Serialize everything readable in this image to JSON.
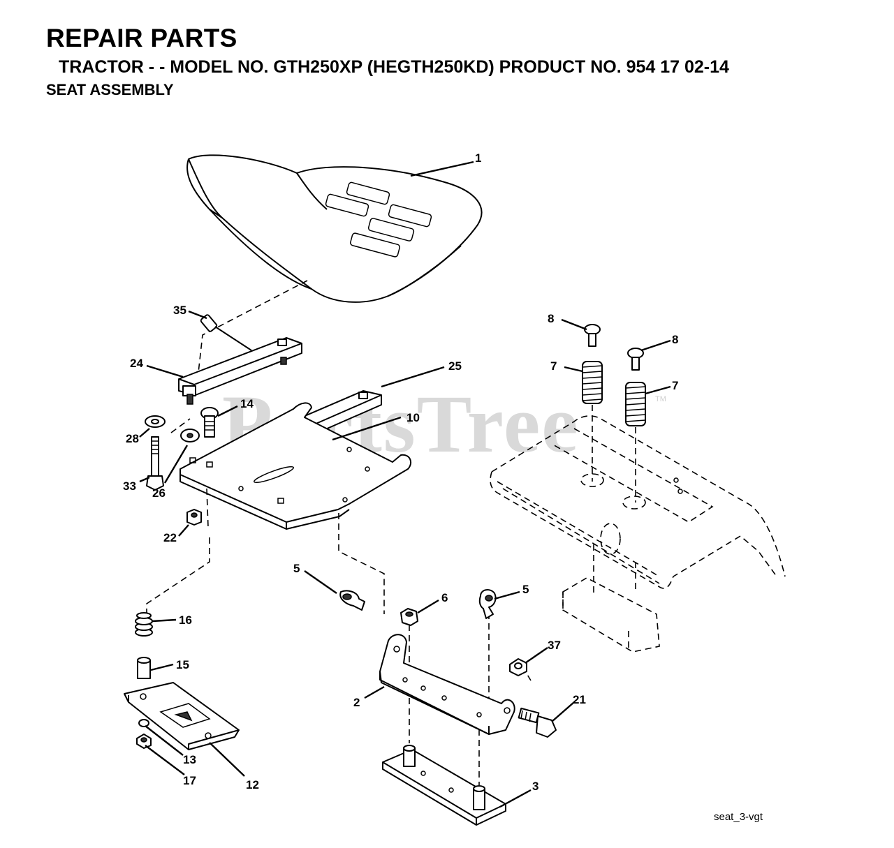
{
  "header": {
    "title": "REPAIR PARTS",
    "model_line": "TRACTOR - - MODEL NO. GTH250XP (HEGTH250KD) PRODUCT NO. 954 17 02-14",
    "section": "SEAT ASSEMBLY"
  },
  "watermark": {
    "text": "PartsTree",
    "mark": "TM"
  },
  "callouts": {
    "c1": "1",
    "c2": "2",
    "c3": "3",
    "c5a": "5",
    "c5b": "5",
    "c6": "6",
    "c7a": "7",
    "c7b": "7",
    "c8a": "8",
    "c8b": "8",
    "c10": "10",
    "c12": "12",
    "c13": "13",
    "c14": "14",
    "c15": "15",
    "c16": "16",
    "c17": "17",
    "c21": "21",
    "c22": "22",
    "c24": "24",
    "c25": "25",
    "c26": "26",
    "c28": "28",
    "c33": "33",
    "c35": "35",
    "c37": "37"
  },
  "footer": {
    "drawing_id": "seat_3-vgt"
  }
}
